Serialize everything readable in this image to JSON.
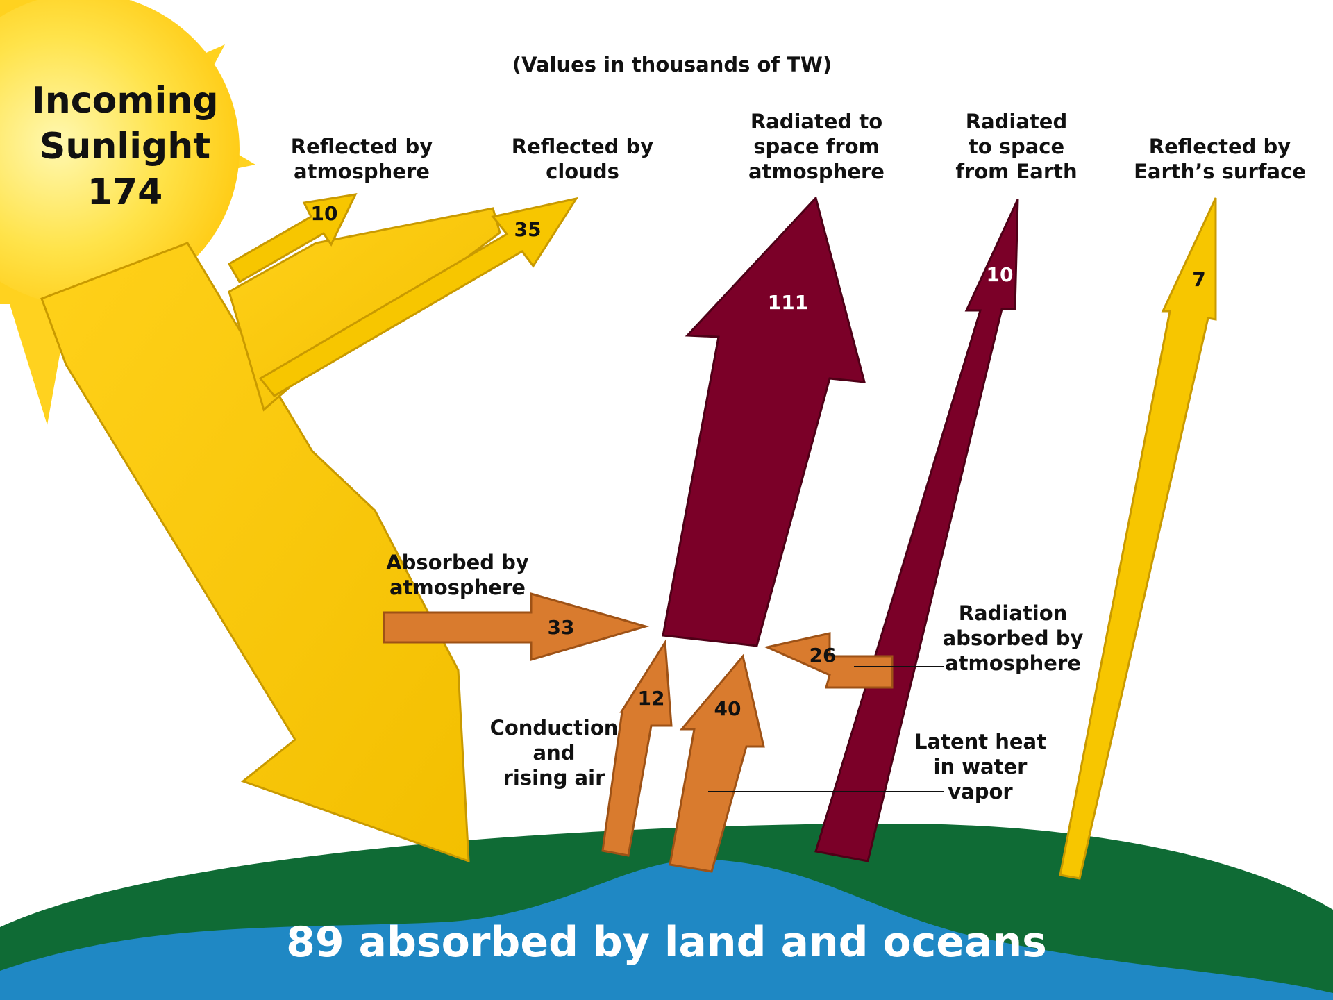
{
  "note": "(Values in thousands of TW)",
  "incoming": {
    "line1": "Incoming",
    "line2": "Sunlight",
    "value": "174"
  },
  "labels": {
    "reflected_atmosphere": [
      "Reflected by",
      "atmosphere"
    ],
    "reflected_clouds": [
      "Reflected by",
      "clouds"
    ],
    "radiated_atmosphere": [
      "Radiated to",
      "space from",
      "atmosphere"
    ],
    "radiated_earth": [
      "Radiated",
      "to space",
      "from Earth"
    ],
    "reflected_surface": [
      "Reflected by",
      "Earth’s surface"
    ],
    "absorbed_atmosphere": [
      "Absorbed by",
      "atmosphere"
    ],
    "radiation_absorbed": [
      "Radiation",
      "absorbed by",
      "atmosphere"
    ],
    "conduction": [
      "Conduction",
      "and",
      "rising air"
    ],
    "latent_heat": [
      "Latent heat",
      "in water",
      "vapor"
    ]
  },
  "values": {
    "reflected_atmosphere": "10",
    "reflected_clouds": "35",
    "radiated_atmosphere": "111",
    "radiated_earth": "10",
    "reflected_surface": "7",
    "absorbed_atmosphere": "33",
    "radiation_absorbed": "26",
    "conduction": "12",
    "latent_heat": "40"
  },
  "footer": "89 absorbed by land and oceans",
  "colors": {
    "solar": "#f7c600",
    "solar_edge": "#c99a00",
    "infrared": "#7b0028",
    "heat": "#d97b2e",
    "land": "#0f6b35",
    "ocean": "#1f88c4",
    "sun": "#ffd21f"
  }
}
